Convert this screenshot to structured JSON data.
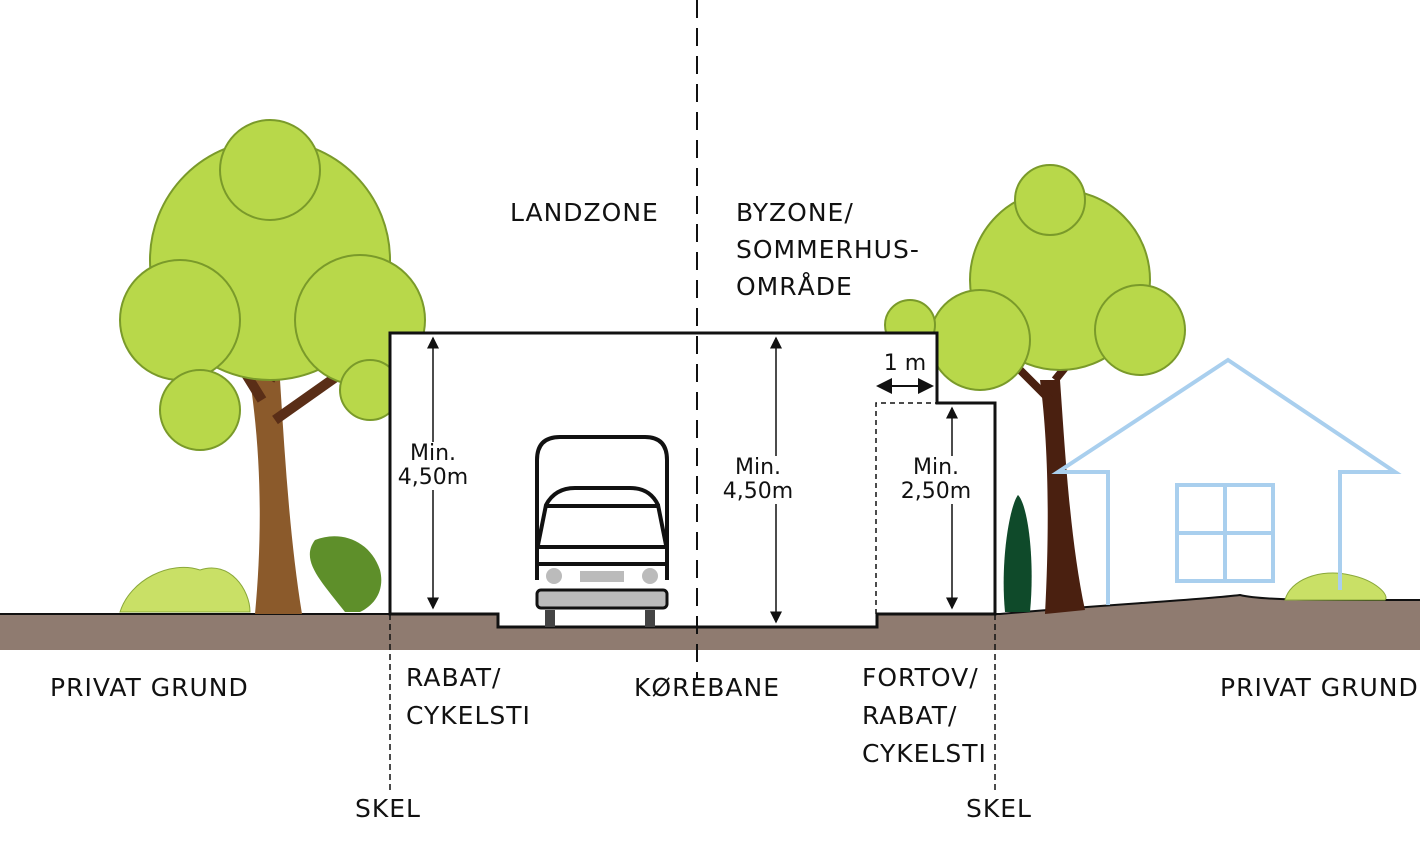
{
  "zones": {
    "landzone": "LANDZONE",
    "byzone": [
      "BYZONE/",
      "SOMMERHUS-",
      "OMRÅDE"
    ]
  },
  "dimensions": {
    "left_height": [
      "Min.",
      "4,50m"
    ],
    "center_height": [
      "Min.",
      "4,50m"
    ],
    "right_height": [
      "Min.",
      "2,50m"
    ],
    "offset": "1 m"
  },
  "ground_labels": {
    "private_left": "PRIVAT GRUND",
    "rabat_left": [
      "RABAT/",
      "CYKELSTI"
    ],
    "korebane": "KØREBANE",
    "fortov_right": [
      "FORTOV/",
      "RABAT/",
      "CYKELSTI"
    ],
    "private_right": "PRIVAT GRUND"
  },
  "boundary_labels": {
    "left": "SKEL",
    "right": "SKEL"
  },
  "colors": {
    "ground": "#8f7b70",
    "house": "#a9cfee",
    "foliage": "#b8d84a",
    "trunk": "#6b3a1f"
  }
}
